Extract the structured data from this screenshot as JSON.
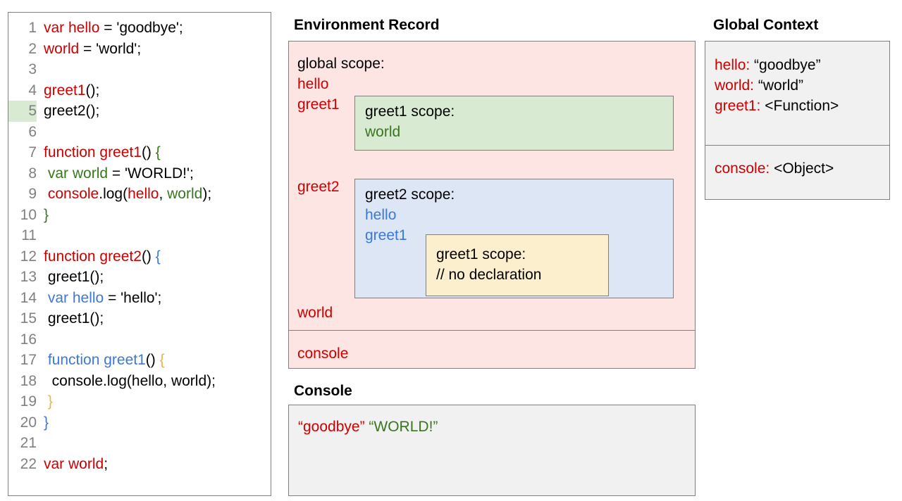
{
  "code_panel": {
    "lines": [
      {
        "n": "1",
        "highlight": false,
        "tokens": [
          {
            "t": "var hello",
            "c": "red"
          },
          {
            "t": " = 'goodbye';",
            "c": "blk"
          }
        ]
      },
      {
        "n": "2",
        "highlight": false,
        "tokens": [
          {
            "t": "world",
            "c": "red"
          },
          {
            "t": " = 'world';",
            "c": "blk"
          }
        ]
      },
      {
        "n": "3",
        "highlight": false,
        "tokens": []
      },
      {
        "n": "4",
        "highlight": false,
        "tokens": [
          {
            "t": "greet1",
            "c": "red"
          },
          {
            "t": "();",
            "c": "blk"
          }
        ]
      },
      {
        "n": "5",
        "highlight": true,
        "tokens": [
          {
            "t": "greet2();",
            "c": "blk"
          }
        ]
      },
      {
        "n": "6",
        "highlight": false,
        "tokens": []
      },
      {
        "n": "7",
        "highlight": false,
        "tokens": [
          {
            "t": "function greet1",
            "c": "red"
          },
          {
            "t": "() ",
            "c": "blk"
          },
          {
            "t": "{",
            "c": "grn"
          }
        ]
      },
      {
        "n": "8",
        "highlight": false,
        "tokens": [
          {
            "t": " ",
            "c": "blk"
          },
          {
            "t": "var world",
            "c": "grn"
          },
          {
            "t": " = 'WORLD!';",
            "c": "blk"
          }
        ]
      },
      {
        "n": "9",
        "highlight": false,
        "tokens": [
          {
            "t": " ",
            "c": "blk"
          },
          {
            "t": "console",
            "c": "red"
          },
          {
            "t": ".log(",
            "c": "blk"
          },
          {
            "t": "hello",
            "c": "red"
          },
          {
            "t": ", ",
            "c": "blk"
          },
          {
            "t": "world",
            "c": "grn"
          },
          {
            "t": ");",
            "c": "blk"
          }
        ]
      },
      {
        "n": "10",
        "highlight": false,
        "tokens": [
          {
            "t": "}",
            "c": "grn"
          }
        ]
      },
      {
        "n": "11",
        "highlight": false,
        "tokens": []
      },
      {
        "n": "12",
        "highlight": false,
        "tokens": [
          {
            "t": "function greet2",
            "c": "red"
          },
          {
            "t": "() ",
            "c": "blk"
          },
          {
            "t": "{",
            "c": "blu"
          }
        ]
      },
      {
        "n": "13",
        "highlight": false,
        "tokens": [
          {
            "t": " greet1();",
            "c": "blk"
          }
        ]
      },
      {
        "n": "14",
        "highlight": false,
        "tokens": [
          {
            "t": " ",
            "c": "blk"
          },
          {
            "t": "var hello",
            "c": "blu"
          },
          {
            "t": " = 'hello';",
            "c": "blk"
          }
        ]
      },
      {
        "n": "15",
        "highlight": false,
        "tokens": [
          {
            "t": " greet1();",
            "c": "blk"
          }
        ]
      },
      {
        "n": "16",
        "highlight": false,
        "tokens": []
      },
      {
        "n": "17",
        "highlight": false,
        "tokens": [
          {
            "t": " ",
            "c": "blk"
          },
          {
            "t": "function greet1",
            "c": "blu"
          },
          {
            "t": "() ",
            "c": "blk"
          },
          {
            "t": "{",
            "c": "org"
          }
        ]
      },
      {
        "n": "18",
        "highlight": false,
        "tokens": [
          {
            "t": "  console.log(hello, world);",
            "c": "blk"
          }
        ]
      },
      {
        "n": "19",
        "highlight": false,
        "tokens": [
          {
            "t": " ",
            "c": "blk"
          },
          {
            "t": "}",
            "c": "org"
          }
        ]
      },
      {
        "n": "20",
        "highlight": false,
        "tokens": [
          {
            "t": "}",
            "c": "blu"
          }
        ]
      },
      {
        "n": "21",
        "highlight": false,
        "tokens": []
      },
      {
        "n": "22",
        "highlight": false,
        "tokens": [
          {
            "t": "var world",
            "c": "red"
          },
          {
            "t": ";",
            "c": "blk"
          }
        ]
      }
    ]
  },
  "environment_record": {
    "title": "Environment Record",
    "global_scope_label": "global scope:",
    "bindings": [
      "hello",
      "greet1",
      "greet2",
      "world"
    ],
    "console_binding": "console",
    "greet1_scope": {
      "title": "greet1 scope:",
      "vars": [
        "world"
      ]
    },
    "greet2_scope": {
      "title": "greet2 scope:",
      "vars": [
        "hello",
        "greet1"
      ],
      "inner_greet1_scope": {
        "title": "greet1 scope:",
        "note": "// no declaration"
      }
    }
  },
  "global_context": {
    "title": "Global Context",
    "entries": [
      {
        "key": "hello:",
        "value": "“goodbye”"
      },
      {
        "key": "world:",
        "value": "“world”"
      },
      {
        "key": "greet1:",
        "value": "<Function>"
      }
    ],
    "console_entry": {
      "key": "console:",
      "value": "<Object>"
    }
  },
  "console": {
    "title": "Console",
    "output": [
      {
        "text": "“goodbye”",
        "color": "red"
      },
      {
        "text": "“WORLD!”",
        "color": "grn"
      }
    ]
  },
  "colors": {
    "red": "#cc0000",
    "green": "#38761d",
    "blue": "#3c78d8",
    "orange": "#e8b54b",
    "pink_panel": "#fce5e3",
    "green_box": "#d9ead3",
    "blue_box": "#dce6f5",
    "yellow_box": "#fcefcd",
    "gray_panel": "#f1f1f1",
    "border": "#7f7f7f",
    "line_number": "#808080",
    "highlight": "#d9ead3"
  }
}
